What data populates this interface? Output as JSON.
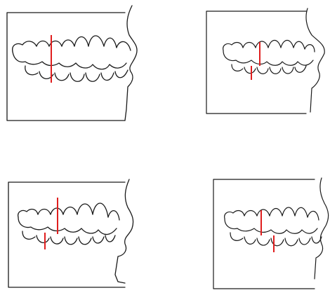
{
  "figure": {
    "panels": [
      {
        "id": "A",
        "molar_line_color": "#e01e1e",
        "upper_mark": "single",
        "lower_mark": "none"
      },
      {
        "id": "B",
        "molar_line_color": "#e01e1e",
        "upper_mark": "short",
        "lower_mark": "short"
      },
      {
        "id": "C",
        "molar_line_color": "#e01e1e",
        "upper_mark": "upper",
        "lower_mark": "lower"
      },
      {
        "id": "D",
        "molar_line_color": "#e01e1e",
        "upper_mark": "upper",
        "lower_mark": "lower"
      }
    ],
    "line_color": "#1a1a1a"
  }
}
